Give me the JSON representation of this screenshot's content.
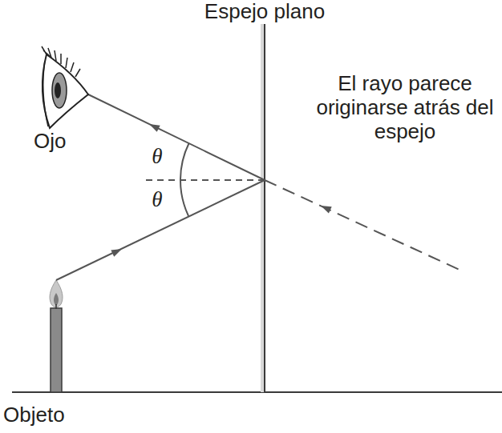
{
  "diagram": {
    "labels": [
      "Espejo plano",
      "Ojo",
      "θ",
      "θ",
      "El rayo parece originarse atrás del espejo",
      "Objeto"
    ]
  }
}
